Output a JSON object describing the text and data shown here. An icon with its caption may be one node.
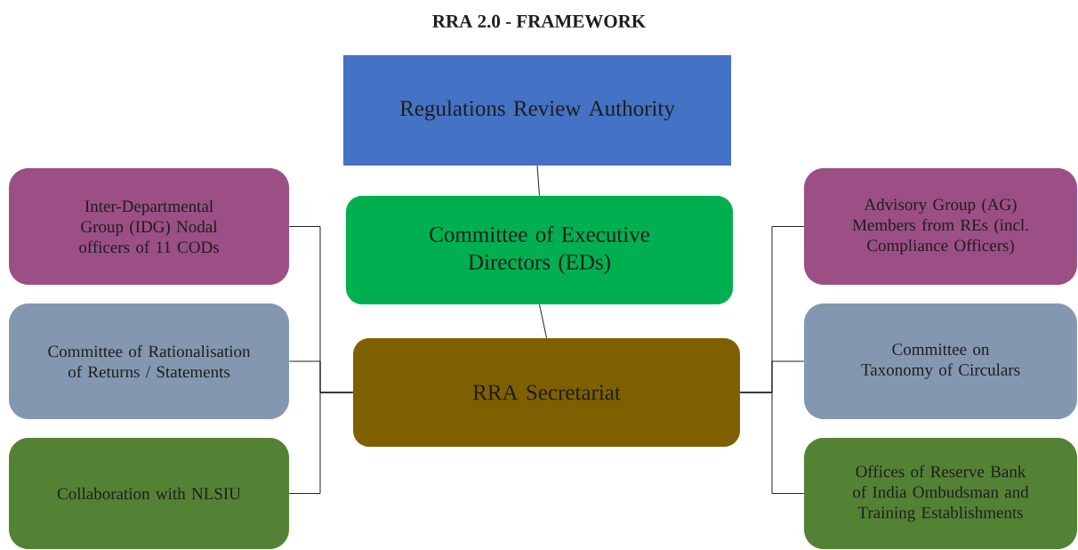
{
  "diagram": {
    "title": "RRA 2.0 - FRAMEWORK",
    "nodes": [
      {
        "text": [
          "Regulations Review Authority"
        ]
      },
      {
        "text": [
          "Committee of Executive Directors (EDs)"
        ]
      },
      {
        "text": [
          "RRA Secretariat"
        ]
      },
      {
        "text": [
          "Inter-Departmental Group (IDG) Nodal officers of 11 CODs"
        ]
      },
      {
        "text": [
          "Committee of Rationalisation of Returns / Statements"
        ]
      },
      {
        "text": [
          "Collaboration with NLSIU"
        ]
      },
      {
        "text": [
          "Advisory Group (AG) Members from REs (incl. Compliance Officers)"
        ]
      },
      {
        "text": [
          "Committee on Taxonomy of Circulars"
        ]
      },
      {
        "text": [
          "Offices of Reserve Bank of India Ombudsman and Training Establishments"
        ]
      }
    ],
    "edges": [
      {
        "from": 0,
        "to": 1,
        "arrow": "none"
      },
      {
        "from": 1,
        "to": 2,
        "arrow": "none"
      },
      {
        "from": 3,
        "to": 2,
        "arrow": "none"
      },
      {
        "from": 4,
        "to": 2,
        "arrow": "none"
      },
      {
        "from": 5,
        "to": 2,
        "arrow": "none"
      },
      {
        "from": 2,
        "to": 6,
        "arrow": "none"
      },
      {
        "from": 2,
        "to": 7,
        "arrow": "none"
      },
      {
        "from": 2,
        "to": 8,
        "arrow": "none"
      }
    ]
  }
}
